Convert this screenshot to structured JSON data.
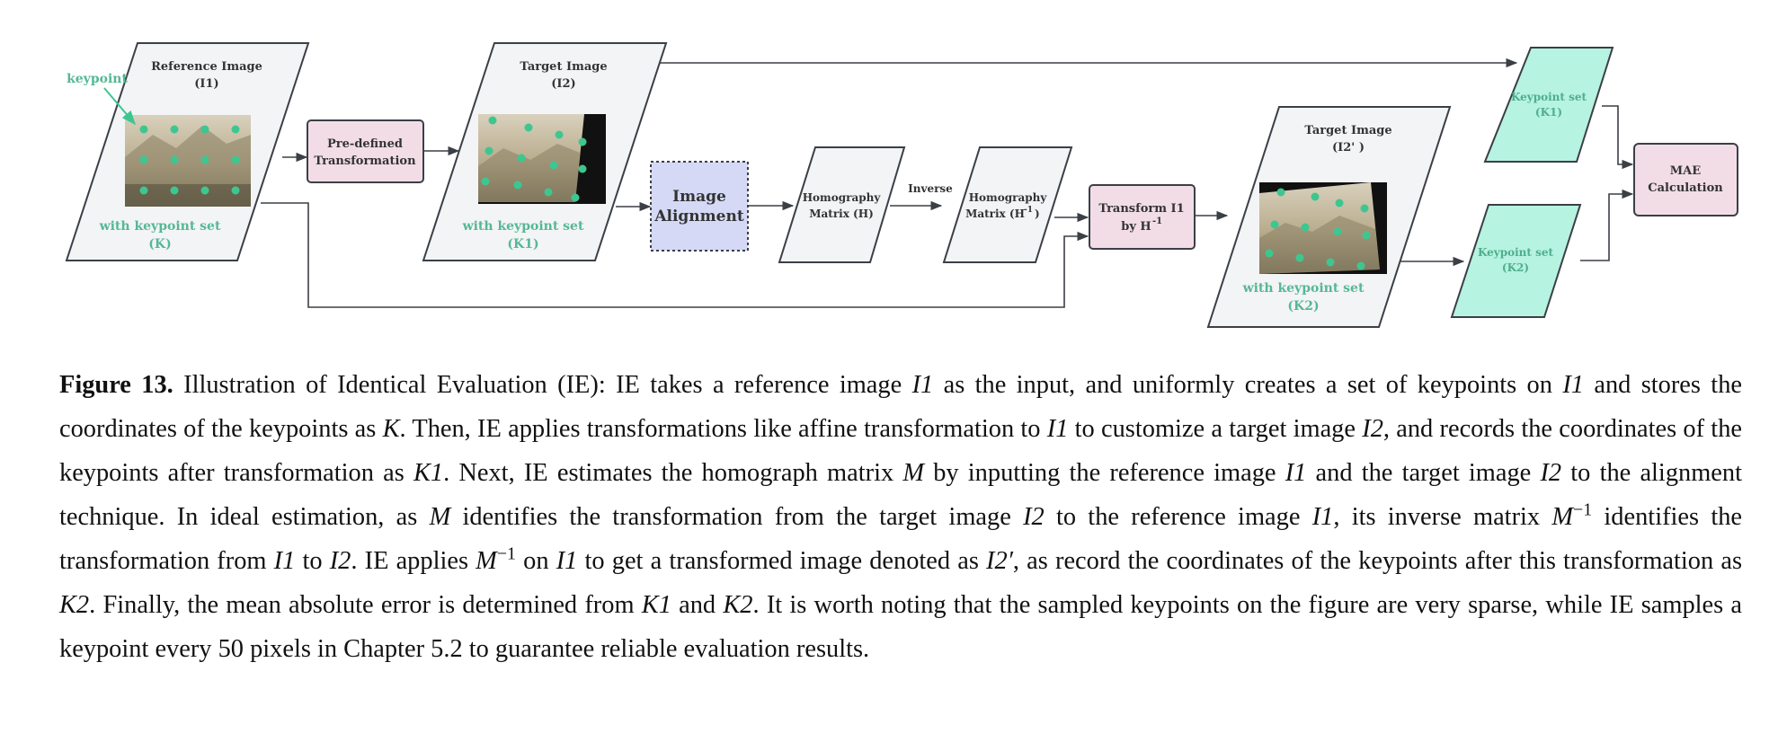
{
  "nodes": {
    "reference_image": {
      "title": "Reference Image",
      "sub": "(I1)",
      "set_label": "with keypoint set",
      "set_name": "(K)"
    },
    "keypoint_annotation": "keypoint",
    "predefined_transformation": {
      "line1": "Pre-defined",
      "line2": "Transformation"
    },
    "target_image": {
      "title": "Target Image",
      "sub": "(I2)",
      "set_label": "with keypoint set",
      "set_name": "(K1)"
    },
    "image_alignment": {
      "line1": "Image",
      "line2": "Alignment"
    },
    "homography_h": {
      "line1": "Homography",
      "line2": "Matrix (H)"
    },
    "inverse_label": "Inverse",
    "homography_h_inv": {
      "line1": "Homography",
      "line2": "Matrix (H",
      "sup": "-1",
      "close": ")"
    },
    "transform_i1": {
      "line1": "Transform I1",
      "line2": "by H",
      "sup": "-1"
    },
    "target_image_prime": {
      "title": "Target Image",
      "sub": "(I2' )",
      "set_label": "with keypoint set",
      "set_name": "(K2)"
    },
    "keypoint_set_k1": {
      "line1": "Keypoint set",
      "line2": "(K1)"
    },
    "keypoint_set_k2": {
      "line1": "Keypoint set",
      "line2": "(K2)"
    },
    "mae": {
      "line1": "MAE",
      "line2": "Calculation"
    }
  },
  "colors": {
    "keypoint_green": "#3ec690",
    "label_green": "#55b894",
    "teal_fill": "#b6f3e1",
    "pink_fill": "#f2dde6",
    "blue_fill": "#d5d9f6",
    "shape_fill": "#f3f4f6",
    "stroke": "#3b3f46"
  },
  "caption": {
    "label": "Figure 13.",
    "segments": [
      {
        "t": " Illustration of Identical Evaluation (IE): IE takes a reference image "
      },
      {
        "m": "I1"
      },
      {
        "t": " as the input, and uniformly creates a set of keypoints on "
      },
      {
        "m": "I1"
      },
      {
        "t": " and stores the coordinates of the keypoints as "
      },
      {
        "m": "K"
      },
      {
        "t": ". Then, IE applies transformations like affine transformation to "
      },
      {
        "m": "I1"
      },
      {
        "t": " to customize a target image "
      },
      {
        "m": "I2"
      },
      {
        "t": ", and records the coordinates of the keypoints after transformation as "
      },
      {
        "m": "K1"
      },
      {
        "t": ". Next, IE estimates the homograph matrix "
      },
      {
        "m": "M"
      },
      {
        "t": " by inputting the reference image "
      },
      {
        "m": "I1"
      },
      {
        "t": " and the target image "
      },
      {
        "m": "I2"
      },
      {
        "t": " to the alignment technique. In ideal estimation, as "
      },
      {
        "m": "M"
      },
      {
        "t": " identifies the transformation from the target image "
      },
      {
        "m": "I2"
      },
      {
        "t": " to the reference image "
      },
      {
        "m": "I1"
      },
      {
        "t": ", its inverse matrix "
      },
      {
        "m": "M",
        "sup": "−1"
      },
      {
        "t": " identifies the transformation from "
      },
      {
        "m": "I1"
      },
      {
        "t": " to "
      },
      {
        "m": "I2"
      },
      {
        "t": ". IE applies "
      },
      {
        "m": "M",
        "sup": "−1"
      },
      {
        "t": "  on "
      },
      {
        "m": "I1"
      },
      {
        "t": " to get a transformed image denoted as "
      },
      {
        "m": "I2′"
      },
      {
        "t": ", as record the coordinates of the keypoints after this transformation as "
      },
      {
        "m": "K2"
      },
      {
        "t": ". Finally, the mean absolute error is determined from "
      },
      {
        "m": "K1"
      },
      {
        "t": " and "
      },
      {
        "m": "K2"
      },
      {
        "t": ". It is worth noting that the sampled keypoints on the figure are very sparse, while IE samples a keypoint every 50 pixels in Chapter 5.2 to guarantee reliable evaluation results."
      }
    ]
  }
}
